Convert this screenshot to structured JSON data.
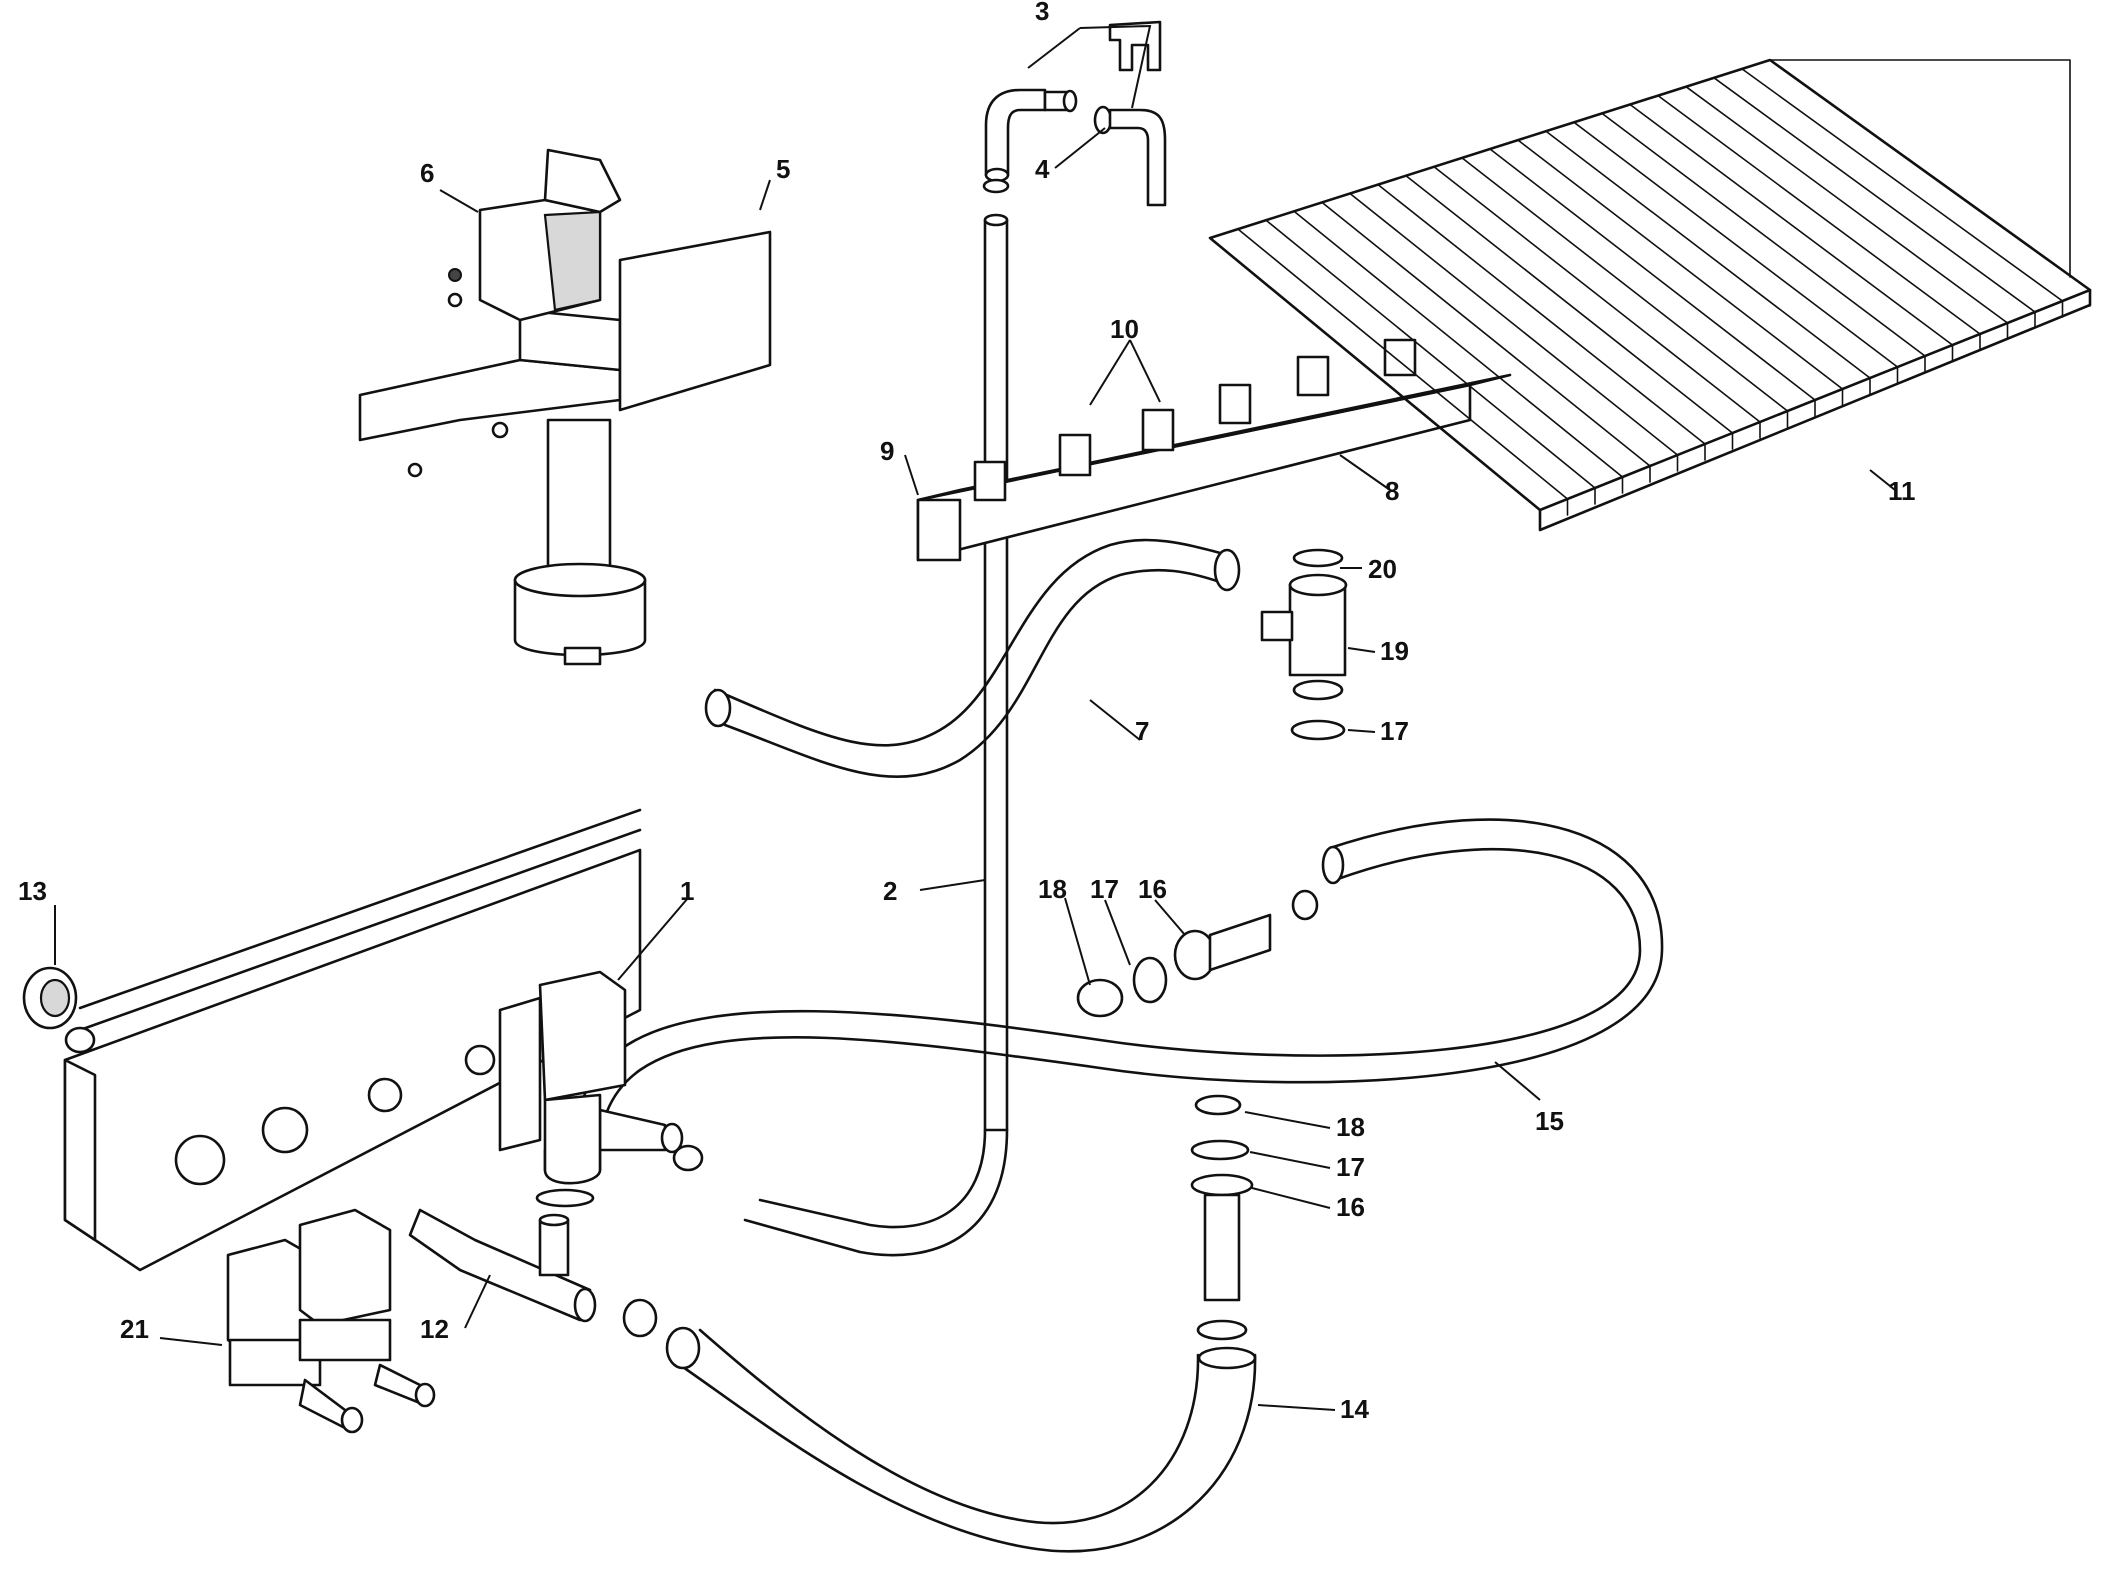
{
  "diagram": {
    "type": "exploded parts diagram",
    "callouts": [
      {
        "id": "c1",
        "label": "1"
      },
      {
        "id": "c2",
        "label": "2"
      },
      {
        "id": "c3",
        "label": "3"
      },
      {
        "id": "c4",
        "label": "4"
      },
      {
        "id": "c5",
        "label": "5"
      },
      {
        "id": "c6",
        "label": "6"
      },
      {
        "id": "c7",
        "label": "7"
      },
      {
        "id": "c8",
        "label": "8"
      },
      {
        "id": "c9",
        "label": "9"
      },
      {
        "id": "c10",
        "label": "10"
      },
      {
        "id": "c11",
        "label": "11"
      },
      {
        "id": "c12",
        "label": "12"
      },
      {
        "id": "c13",
        "label": "13"
      },
      {
        "id": "c14",
        "label": "14"
      },
      {
        "id": "c15",
        "label": "15"
      },
      {
        "id": "c16a",
        "label": "16"
      },
      {
        "id": "c16b",
        "label": "16"
      },
      {
        "id": "c17a",
        "label": "17"
      },
      {
        "id": "c17b",
        "label": "17"
      },
      {
        "id": "c17c",
        "label": "17"
      },
      {
        "id": "c18a",
        "label": "18"
      },
      {
        "id": "c18b",
        "label": "18"
      },
      {
        "id": "c19",
        "label": "19"
      },
      {
        "id": "c20",
        "label": "20"
      },
      {
        "id": "c21",
        "label": "21"
      }
    ]
  }
}
